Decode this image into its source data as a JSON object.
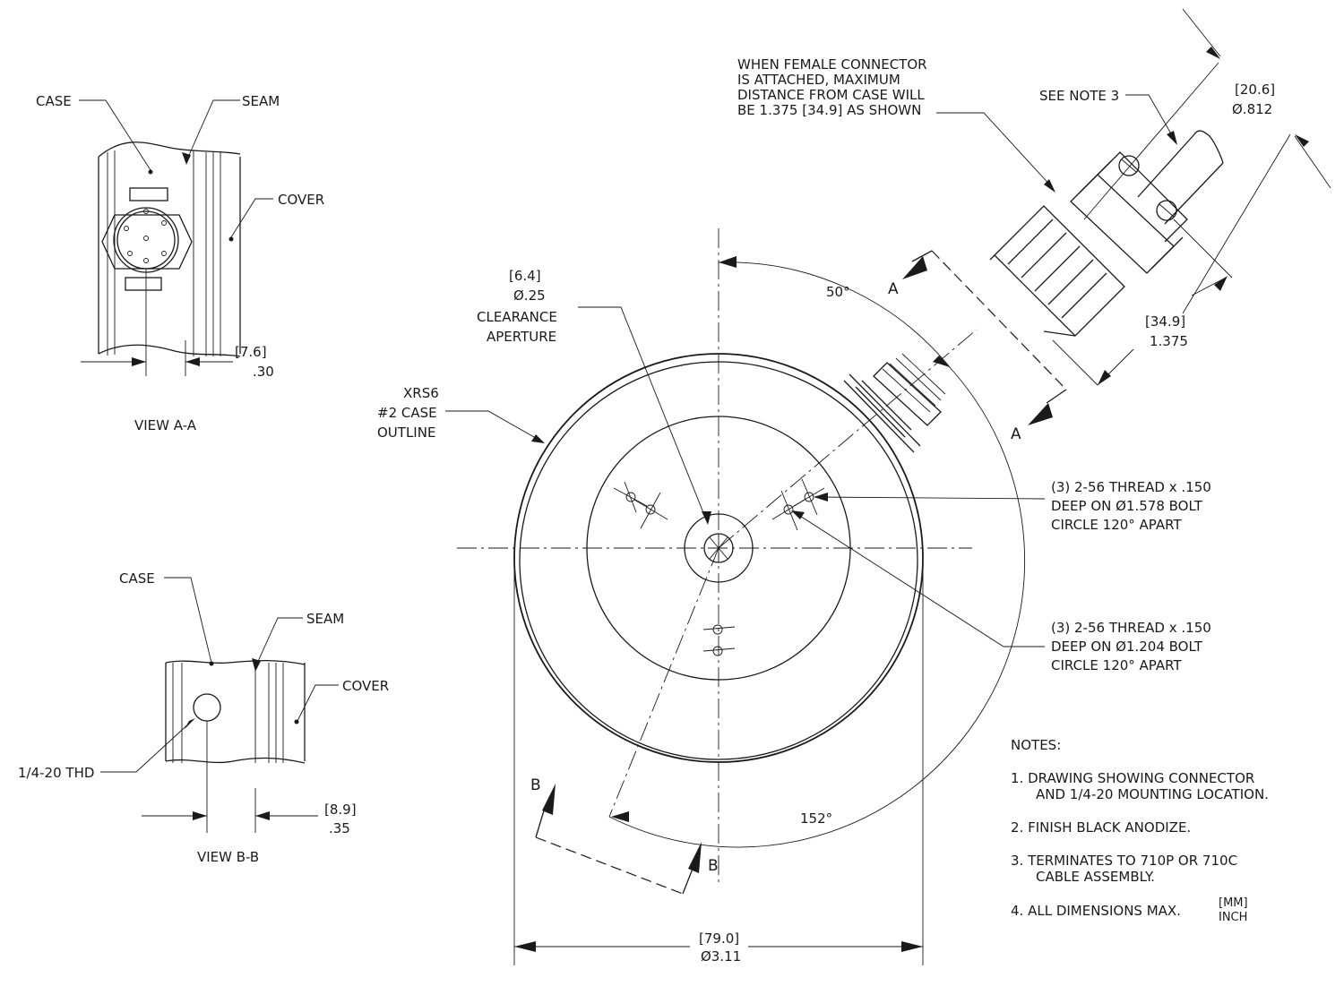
{
  "view_aa": {
    "case": "CASE",
    "seam": "SEAM",
    "cover": "COVER",
    "dim_mm": "[7.6]",
    "dim_in": ".30",
    "title": "VIEW A-A"
  },
  "view_bb": {
    "case": "CASE",
    "seam": "SEAM",
    "cover": "COVER",
    "thread": "1/4-20 THD",
    "dim_mm": "[8.9]",
    "dim_in": ".35",
    "title": "VIEW B-B"
  },
  "connector_note": {
    "line1": "WHEN FEMALE CONNECTOR",
    "line2": "IS ATTACHED, MAXIMUM",
    "line3": "DISTANCE FROM CASE WILL",
    "line4": "BE 1.375 [34.9] AS SHOWN"
  },
  "see_note": "SEE NOTE 3",
  "cable_dia": {
    "mm": "[20.6]",
    "in": "Ø.812"
  },
  "conn_len": {
    "mm": "[34.9]",
    "in": "1.375"
  },
  "aperture": {
    "mm": "[6.4]",
    "in": "Ø.25",
    "line1": "CLEARANCE",
    "line2": "APERTURE"
  },
  "outline": {
    "line1": "XRS6",
    "line2": "#2 CASE",
    "line3": "OUTLINE"
  },
  "angle_50": "50°",
  "angle_152": "152°",
  "section_a": "A",
  "section_b": "B",
  "thread1": {
    "line1": "(3) 2-56 THREAD x .150",
    "line2": "DEEP ON  Ø1.578 BOLT",
    "line3": "CIRCLE 120° APART"
  },
  "thread2": {
    "line1": "(3) 2-56 THREAD x .150",
    "line2": "DEEP ON  Ø1.204 BOLT",
    "line3": "CIRCLE 120° APART"
  },
  "diameter": {
    "mm": "[79.0]",
    "in": "Ø3.11"
  },
  "notes": {
    "heading": "NOTES:",
    "n1a": "1.  DRAWING SHOWING CONNECTOR",
    "n1b": "AND 1/4-20 MOUNTING LOCATION.",
    "n2": "2.  FINISH BLACK ANODIZE.",
    "n3a": "3.  TERMINATES TO 710P OR 710C",
    "n3b": "CABLE ASSEMBLY.",
    "n4": "4. ALL DIMENSIONS MAX.",
    "n4_mm": "[MM]",
    "n4_in": "INCH"
  }
}
